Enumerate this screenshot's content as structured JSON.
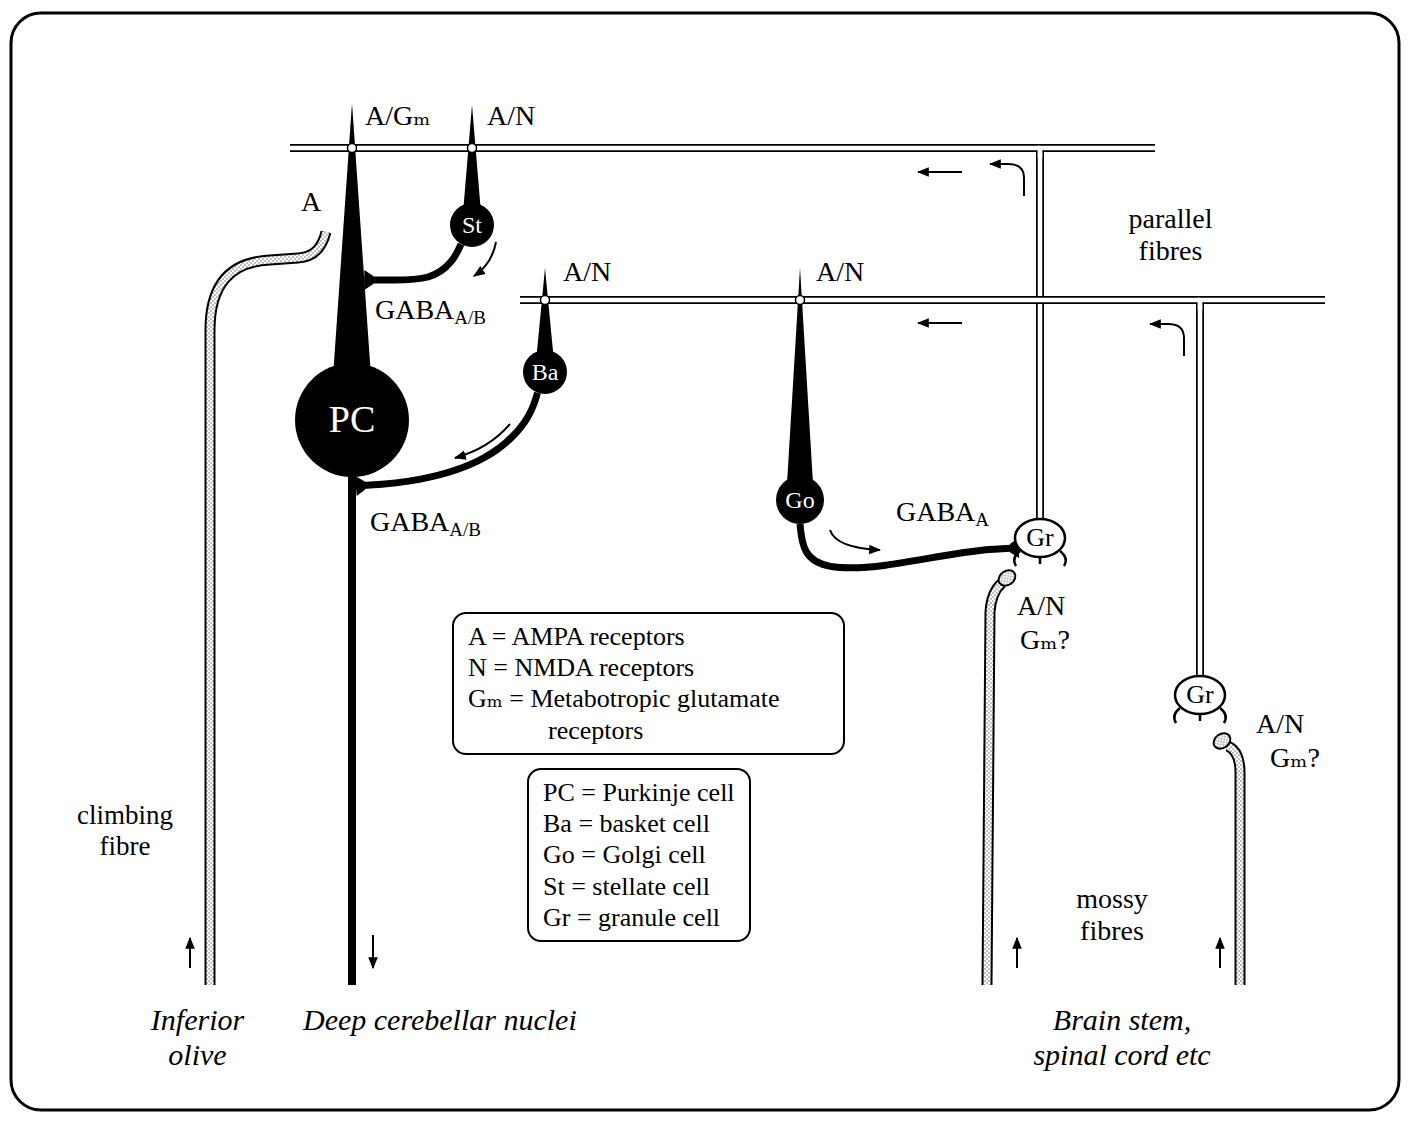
{
  "diagram": {
    "nodes": [
      {
        "text": [
          "St"
        ]
      },
      {
        "text": [
          "Ba"
        ]
      },
      {
        "text": [
          "PC"
        ]
      },
      {
        "text": [
          "Go"
        ]
      },
      {
        "text": [
          "Gr"
        ]
      },
      {
        "text": [
          "A = AMPA receptors",
          "N = NMDA receptors",
          "Gₘ = Metabotropic glutamate receptors"
        ]
      },
      {
        "text": [
          "Gr"
        ]
      },
      {
        "text": [
          "PC = Purkinje cell",
          "Ba = basket cell",
          "Go = Golgi cell",
          "St = stellate cell",
          "Gr = granule cell"
        ]
      }
    ],
    "edges": [
      {
        "from": 4,
        "to": 2,
        "arrow": "none"
      },
      {
        "from": 4,
        "to": 0,
        "arrow": "none"
      },
      {
        "from": 6,
        "to": 1,
        "arrow": "none"
      },
      {
        "from": 6,
        "to": 3,
        "arrow": "none"
      },
      {
        "from": 0,
        "to": 2,
        "arrow": "to"
      },
      {
        "from": 1,
        "to": 2,
        "arrow": "to"
      },
      {
        "from": 3,
        "to": 4,
        "arrow": "to"
      }
    ],
    "labels": [
      "A/Gₘ",
      "A/N",
      "A",
      "GABA",
      "A/B",
      "A/N",
      "A/N",
      "parallel fibres",
      "GABA",
      "A/B",
      "GABA",
      "A",
      "A/N",
      "Gₘ?",
      "A/N",
      "Gₘ?",
      "climbing fibre",
      "Inferior olive",
      "Deep cerebellar nuclei",
      "mossy fibres",
      "Brain stem, spinal cord etc"
    ]
  }
}
